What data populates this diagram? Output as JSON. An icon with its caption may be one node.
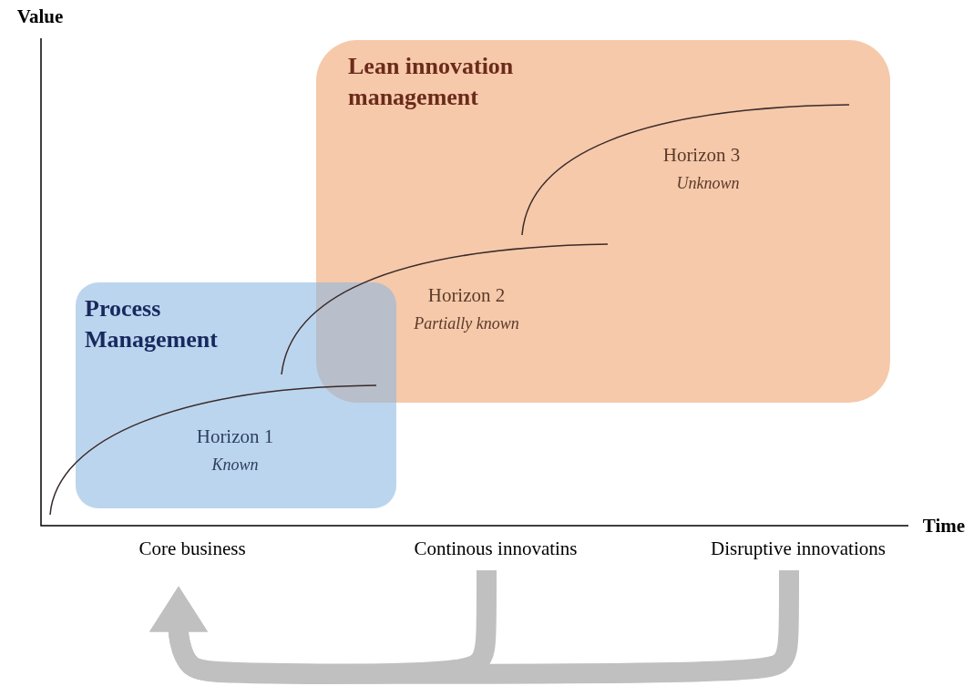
{
  "diagram": {
    "nodes": [
      {
        "text": [
          "Lean innovation management"
        ]
      },
      {
        "text": [
          "Process Management"
        ]
      },
      {
        "text": [
          "Core business"
        ]
      },
      {
        "text": [
          "Continous innovatins"
        ]
      },
      {
        "text": [
          "Disruptive innovations"
        ]
      }
    ],
    "edges": [
      {
        "from": 3,
        "to": 2,
        "arrow": "to"
      },
      {
        "from": 4,
        "to": 2,
        "arrow": "to"
      }
    ],
    "labels": [
      "Value",
      "Horizon 3",
      "Unknown",
      "Horizon 2",
      "Partially known",
      "Horizon 1",
      "Known",
      "Time"
    ]
  }
}
